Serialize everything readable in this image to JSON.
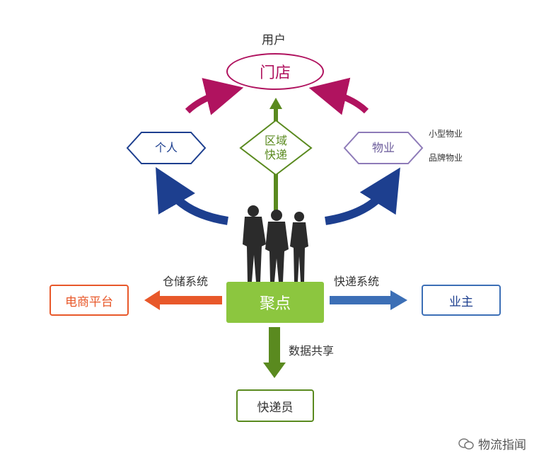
{
  "top": {
    "users_label": "用户",
    "store_label": "门店"
  },
  "middle": {
    "individual_label": "个人",
    "regional_express_lines": [
      "区域",
      "快递"
    ],
    "property_label": "物业",
    "property_notes": [
      "小型物业",
      "品牌物业"
    ]
  },
  "center": {
    "hub_label": "聚点",
    "left_flow_label": "仓储系统",
    "right_flow_label": "快递系统",
    "down_flow_label": "数据共享"
  },
  "sides": {
    "ecommerce_label": "电商平台",
    "owner_label": "业主"
  },
  "bottom": {
    "courier_label": "快递员"
  },
  "watermark": {
    "text": "物流指闻",
    "icon": "wechat-icon"
  },
  "colors": {
    "magenta": "#b0135f",
    "navy": "#1d3f8f",
    "green": "#5a8a1f",
    "lime": "#8cc63f",
    "orange": "#e8582a",
    "blue": "#3c6fb6",
    "purple": "#8e7bb8"
  }
}
